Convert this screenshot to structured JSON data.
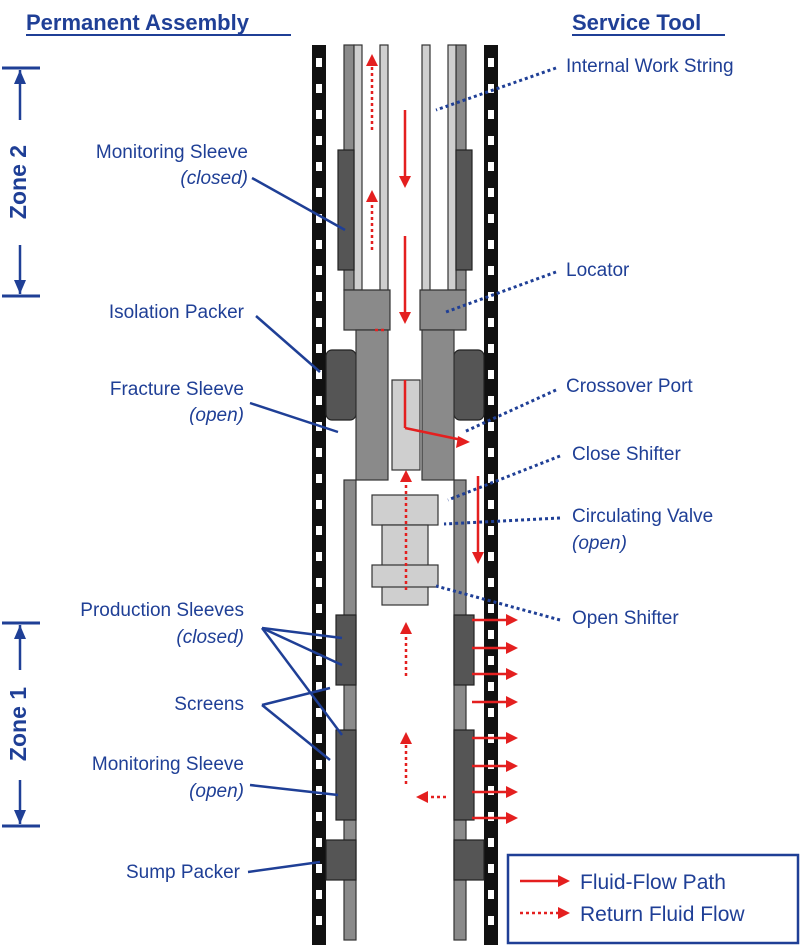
{
  "headers": {
    "left": "Permanent Assembly",
    "right": "Service Tool"
  },
  "zones": {
    "zone2": "Zone 2",
    "zone1": "Zone 1"
  },
  "labels_left": {
    "monitoring_sleeve_top": "Monitoring Sleeve",
    "monitoring_sleeve_top_state": "(closed)",
    "isolation_packer": "Isolation Packer",
    "fracture_sleeve": "Fracture Sleeve",
    "fracture_sleeve_state": "(open)",
    "production_sleeves": "Production Sleeves",
    "production_sleeves_state": "(closed)",
    "screens": "Screens",
    "monitoring_sleeve_bottom": "Monitoring Sleeve",
    "monitoring_sleeve_bottom_state": "(open)",
    "sump_packer": "Sump Packer"
  },
  "labels_right": {
    "internal_work_string": "Internal Work String",
    "locator": "Locator",
    "crossover_port": "Crossover Port",
    "close_shifter": "Close Shifter",
    "circulating_valve": "Circulating Valve",
    "circulating_valve_state": "(open)",
    "open_shifter": "Open Shifter"
  },
  "legend": {
    "fluid_flow_path": "Fluid-Flow Path",
    "return_fluid_flow": "Return Fluid Flow"
  },
  "colors": {
    "label_blue": "#1f3f96",
    "flow_red": "#e41f1f",
    "casing_black": "#111111"
  }
}
